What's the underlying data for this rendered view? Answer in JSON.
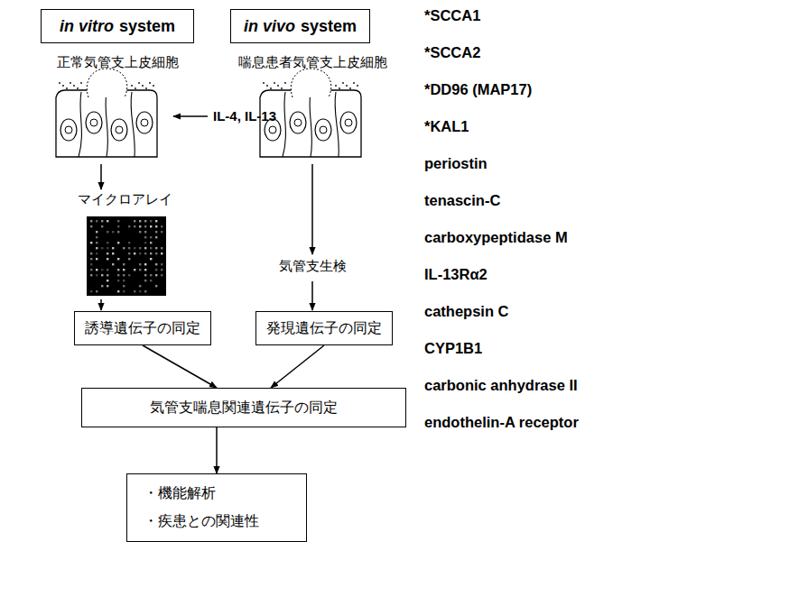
{
  "diagram": {
    "nodes": [
      {
        "text": [
          "in vitro",
          "system"
        ]
      },
      {
        "text": [
          "in vivo",
          "system"
        ]
      },
      {
        "text": [
          "誘導遺伝子の同定"
        ]
      },
      {
        "text": [
          "発現遺伝子の同定"
        ]
      },
      {
        "text": [
          "気管支喘息関連遺伝子の同定"
        ]
      },
      {
        "text": [
          "・機能解析",
          "・疾患との関連性"
        ]
      }
    ],
    "edges": [
      {
        "from": 2,
        "to": 4,
        "arrow": "to"
      },
      {
        "from": 3,
        "to": 4,
        "arrow": "to"
      },
      {
        "from": 4,
        "to": 5,
        "arrow": "to"
      }
    ],
    "labels": [
      "正常気管支上皮細胞",
      "IL-4, IL-13",
      "喘息患者気管支上皮細胞",
      "マイクロアレイ",
      "気管支生検",
      "*SCCA1",
      "*SCCA2",
      "*DD96 (MAP17)",
      "*KAL1",
      "periostin",
      "tenascin-C",
      "carboxypeptidase M",
      "IL-13Rα2",
      "cathepsin C",
      "CYP1B1",
      "carbonic anhydrase II",
      "endothelin-A receptor"
    ]
  }
}
